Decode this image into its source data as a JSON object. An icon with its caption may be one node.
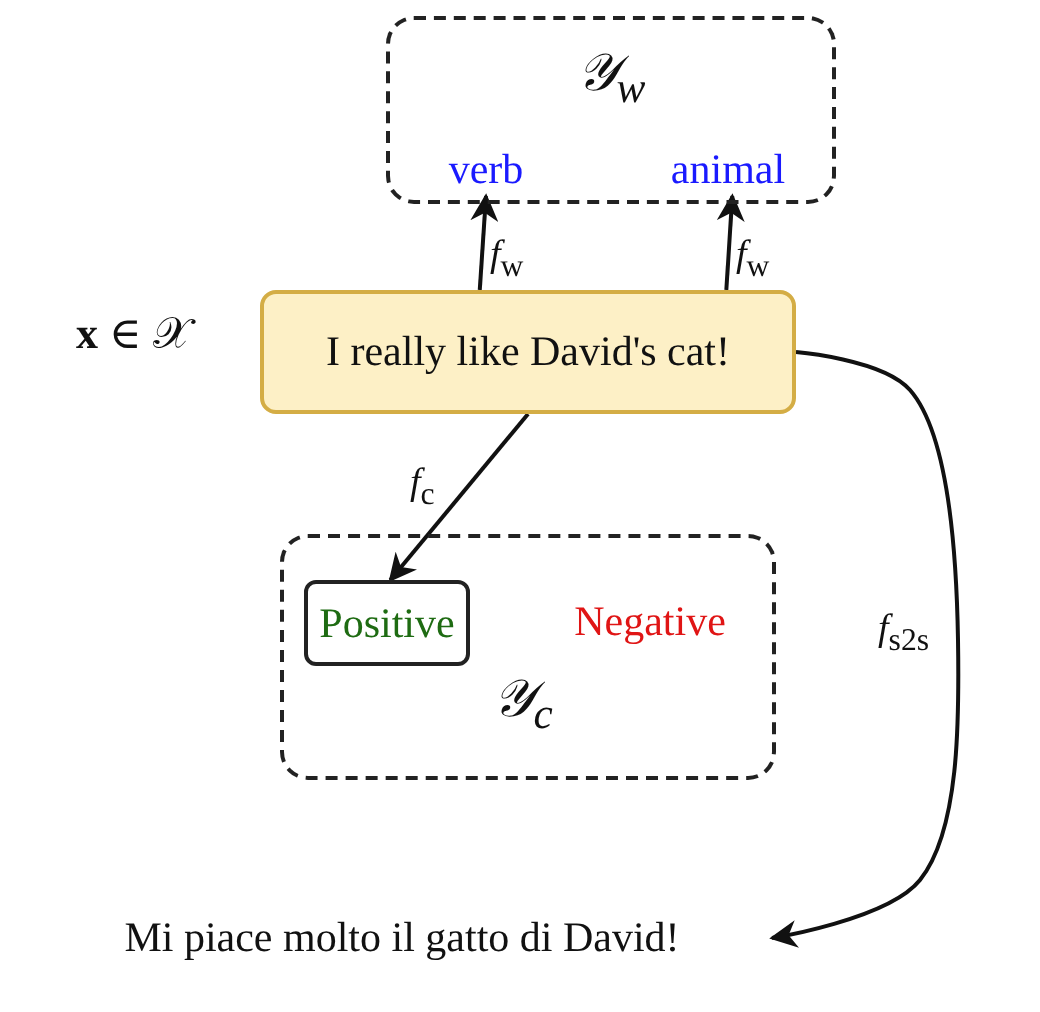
{
  "diagram": {
    "nodes": [
      {
        "text": [
          "𝒴$_{w}$"
        ]
      },
      {
        "text": [
          "verb"
        ],
        "in": 0
      },
      {
        "text": [
          "animal"
        ],
        "in": 0
      },
      {
        "text": [
          "I really like David's cat!"
        ],
        "beside": [
          "**x** ∈ 𝒳"
        ]
      },
      {
        "text": [
          "𝒴$_{c}$"
        ]
      },
      {
        "text": [
          "Positive"
        ],
        "in": 4
      },
      {
        "text": [
          "Negative"
        ],
        "in": 4
      },
      {
        "text": [
          "Mi piace molto il gatto di David!"
        ]
      }
    ],
    "edges": [
      {
        "from": 3,
        "to": 1,
        "arrow": "to",
        "label": "*f*$_{w}$"
      },
      {
        "from": 3,
        "to": 2,
        "arrow": "to",
        "label": "*f*$_{w}$"
      },
      {
        "from": 3,
        "to": 5,
        "arrow": "to",
        "label": "*f*$_{c}$"
      },
      {
        "from": 3,
        "to": 7,
        "arrow": "to",
        "label": "*f*$_{s2s}$"
      }
    ]
  }
}
